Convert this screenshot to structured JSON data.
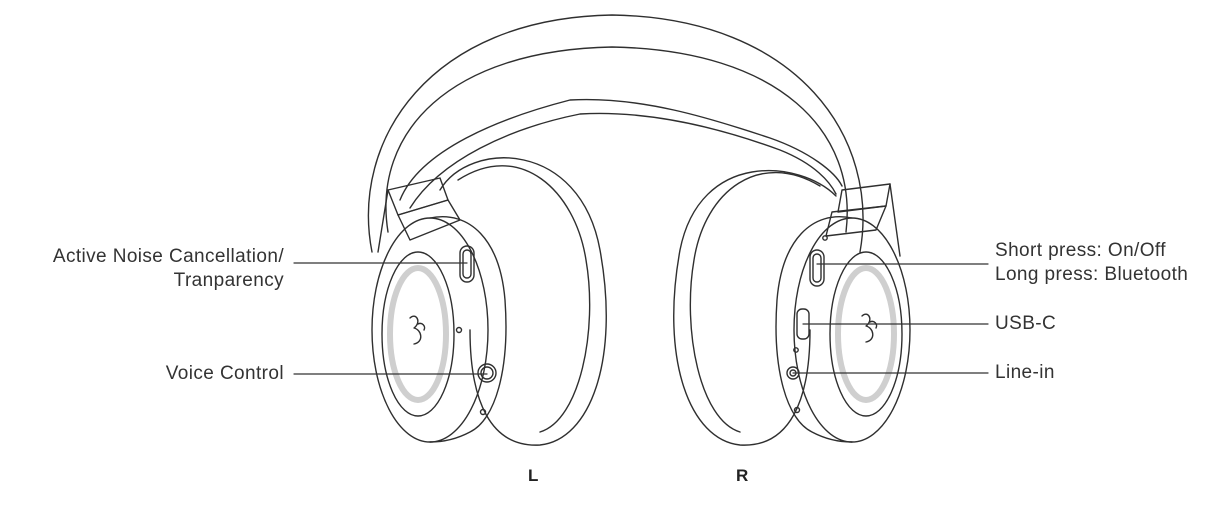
{
  "labels": {
    "anc": [
      "Active Noise Cancellation/",
      "Tranparency"
    ],
    "voice_control": "Voice Control",
    "button": [
      "Short press: On/Off",
      "Long press: Bluetooth"
    ],
    "usb_c": "USB-C",
    "line_in": "Line-in"
  },
  "sides": {
    "left": "L",
    "right": "R"
  }
}
